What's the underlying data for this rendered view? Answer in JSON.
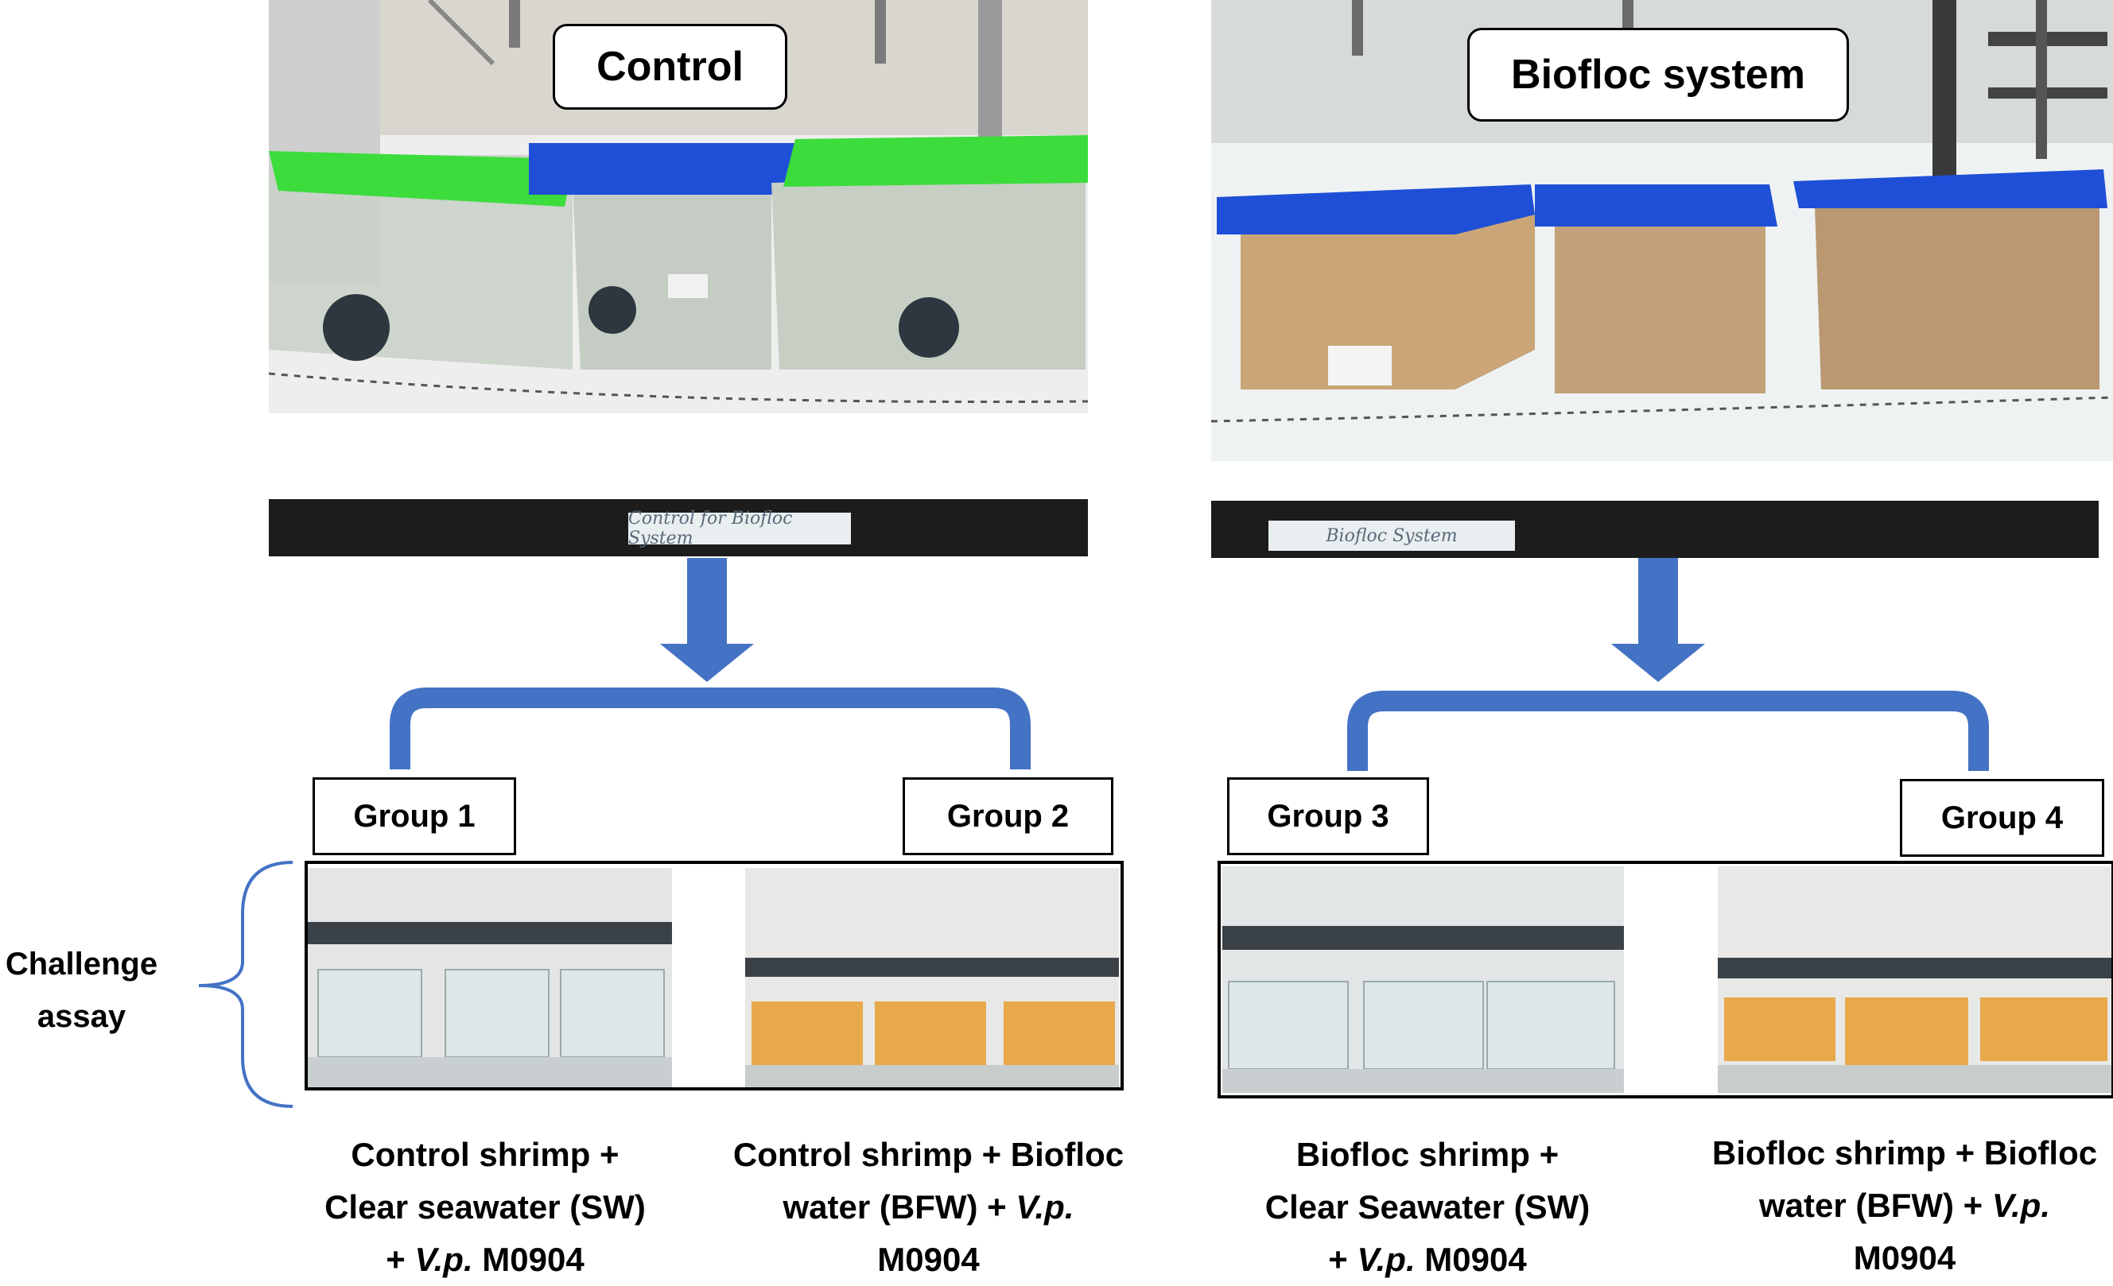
{
  "top_labels": {
    "control": "Control",
    "biofloc": "Biofloc system"
  },
  "tape_labels": {
    "control": "Control for Biofloc System",
    "biofloc": "Biofloc System"
  },
  "groups": [
    {
      "label": "Group 1"
    },
    {
      "label": "Group 2"
    },
    {
      "label": "Group 3"
    },
    {
      "label": "Group 4"
    }
  ],
  "side_label": [
    "Challenge",
    "assay"
  ],
  "captions": [
    {
      "line1": "Control shrimp +",
      "line2": "Clear seawater (SW)",
      "line3_prefix": "+ ",
      "line3_italic": "V.p.",
      "line3_suffix": " M0904"
    },
    {
      "line1": "Control shrimp + Biofloc",
      "line2_prefix": "water (BFW) + ",
      "line2_italic": "V.p.",
      "line3": "M0904"
    },
    {
      "line1": "Biofloc shrimp +",
      "line2": "Clear Seawater (SW)",
      "line3_prefix": "+ ",
      "line3_italic": "V.p.",
      "line3_suffix": " M0904"
    },
    {
      "line1": "Biofloc shrimp + Biofloc",
      "line2_prefix": "water (BFW) + ",
      "line2_italic": "V.p.",
      "line3": "M0904"
    }
  ],
  "colors": {
    "arrow_blue": "#4472c4",
    "lid_green": "#3ddc3d",
    "lid_blue": "#1f4fd6",
    "clear_water": "#c9d1c8",
    "biofloc_water": "#c9a577",
    "bench_black": "#1c1c1c",
    "orange_water": "#e7a94a"
  }
}
